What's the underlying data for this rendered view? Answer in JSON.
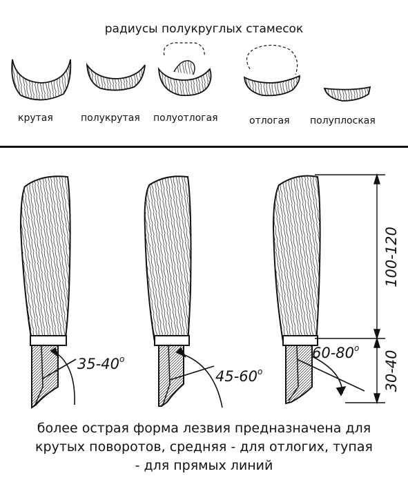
{
  "title": "радиусы полукруглых стамесок",
  "gouges": [
    {
      "label": "крутая"
    },
    {
      "label": "полукрутая"
    },
    {
      "label": "полуотлогая"
    },
    {
      "label": "отлогая"
    },
    {
      "label": "полуплоская"
    }
  ],
  "knives": [
    {
      "angle_label": "35-40",
      "degree_symbol": "o"
    },
    {
      "angle_label": "45-60",
      "degree_symbol": "o"
    },
    {
      "angle_label": "60-80",
      "degree_symbol": "o"
    }
  ],
  "dimensions": {
    "handle_length": "100-120",
    "blade_length": "30-40"
  },
  "caption": {
    "line1": "более острая форма лезвия предназначена для",
    "line2": "крутых поворотов, средняя - для отлогих, тупая",
    "line3": "- для прямых линий"
  }
}
